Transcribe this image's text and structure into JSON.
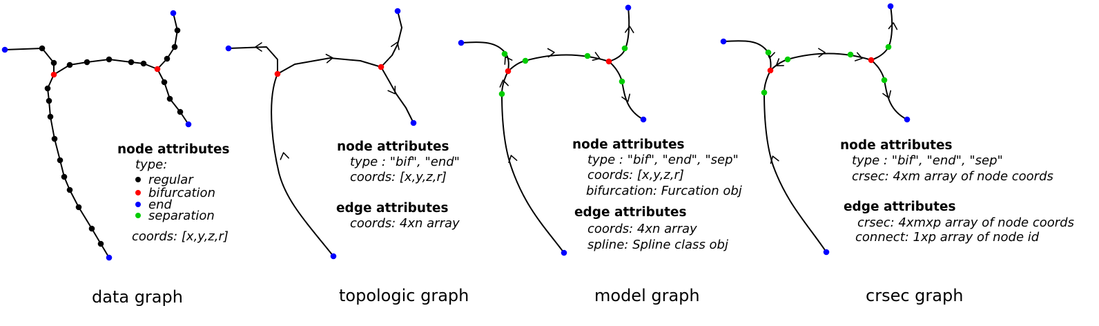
{
  "colors": {
    "regular": "#000000",
    "bifurcation": "#ff0000",
    "end": "#0000ff",
    "separation": "#00cc00",
    "edge": "#000000"
  },
  "panels": [
    {
      "id": "data",
      "caption": "data graph",
      "node_header": "node attributes",
      "type_label": "type:",
      "legend": [
        {
          "label": "regular",
          "color": "#000000"
        },
        {
          "label": "bifurcation",
          "color": "#ff0000"
        },
        {
          "label": "end",
          "color": "#0000ff"
        },
        {
          "label": "separation",
          "color": "#00cc00"
        }
      ],
      "coords_line": "coords: [x,y,z,r]"
    },
    {
      "id": "topologic",
      "caption": "topologic graph",
      "node_header": "node attributes",
      "node_lines": [
        "type : \"bif\", \"end\"",
        "coords: [x,y,z,r]"
      ],
      "edge_header": "edge attributes",
      "edge_lines": [
        "coords: 4xn array"
      ]
    },
    {
      "id": "model",
      "caption": "model graph",
      "node_header": "node attributes",
      "node_lines": [
        "type : \"bif\", \"end\", \"sep\"",
        "coords: [x,y,z,r]",
        "bifurcation: Furcation obj"
      ],
      "edge_header": "edge attributes",
      "edge_lines": [
        "coords: 4xn array",
        "spline: Spline class obj"
      ]
    },
    {
      "id": "crsec",
      "caption": "crsec graph",
      "node_header": "node attributes",
      "node_lines": [
        "type : \"bif\", \"end\", \"sep\"",
        "crsec: 4xm array of node coords"
      ],
      "edge_header": "edge attributes",
      "edge_lines": [
        "crsec: 4xmxp array of node coords",
        "connect: 1xp array of node id"
      ]
    }
  ]
}
